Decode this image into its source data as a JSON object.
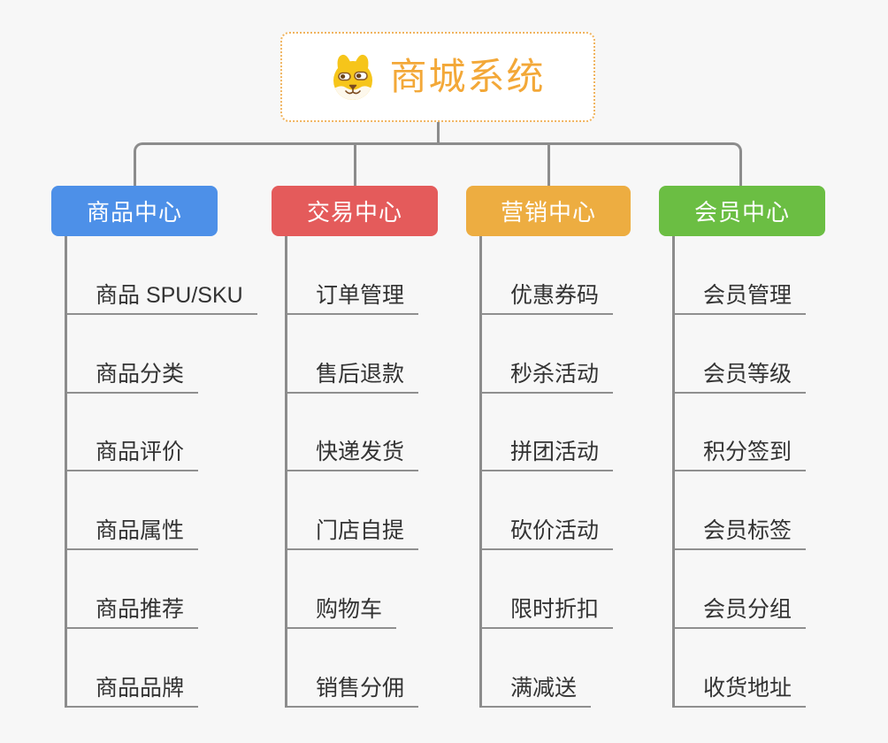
{
  "root": {
    "title": "商城系统",
    "icon": "dog-icon"
  },
  "colors": {
    "background": "#F7F7F7",
    "connector": "#8C8C8C",
    "root_border": "#F0B45F",
    "root_title": "#F3A838",
    "leaf_text": "#333333",
    "leaf_underline": "#8F8F8F"
  },
  "branches": [
    {
      "label": "商品中心",
      "color": "#4D90E8",
      "items": [
        "商品 SPU/SKU",
        "商品分类",
        "商品评价",
        "商品属性",
        "商品推荐",
        "商品品牌"
      ]
    },
    {
      "label": "交易中心",
      "color": "#E45B5B",
      "items": [
        "订单管理",
        "售后退款",
        "快递发货",
        "门店自提",
        "购物车",
        "销售分佣"
      ]
    },
    {
      "label": "营销中心",
      "color": "#EDAD41",
      "items": [
        "优惠券码",
        "秒杀活动",
        "拼团活动",
        "砍价活动",
        "限时折扣",
        "满减送"
      ]
    },
    {
      "label": "会员中心",
      "color": "#6BBE43",
      "items": [
        "会员管理",
        "会员等级",
        "积分签到",
        "会员标签",
        "会员分组",
        "收货地址"
      ]
    }
  ]
}
